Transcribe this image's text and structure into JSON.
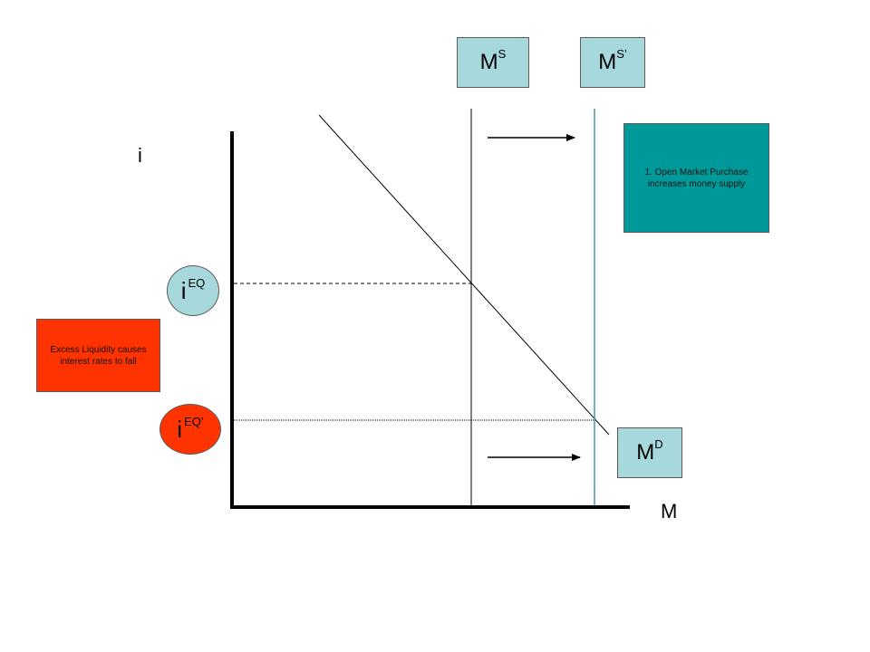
{
  "axes": {
    "y_label": "i",
    "x_label": "M"
  },
  "curves": {
    "money_supply": {
      "base": "M",
      "sup": "S"
    },
    "money_supply_new": {
      "base": "M",
      "sup": "S’"
    },
    "money_demand": {
      "base": "M",
      "sup": "D"
    }
  },
  "rates": {
    "equilibrium": {
      "base": "i",
      "sup": "EQ"
    },
    "equilibrium_new": {
      "base": "i",
      "sup": "EQ’"
    }
  },
  "notes": {
    "open_market": "1. Open Market Purchase increases money supply",
    "excess_liquidity": "Excess Liquidity causes interest rates to fall"
  },
  "colors": {
    "curve_label_fill": "#a6d8dc",
    "note_teal": "#009999",
    "note_red": "#ff3300",
    "new_supply_line": "#4a9aa0"
  }
}
